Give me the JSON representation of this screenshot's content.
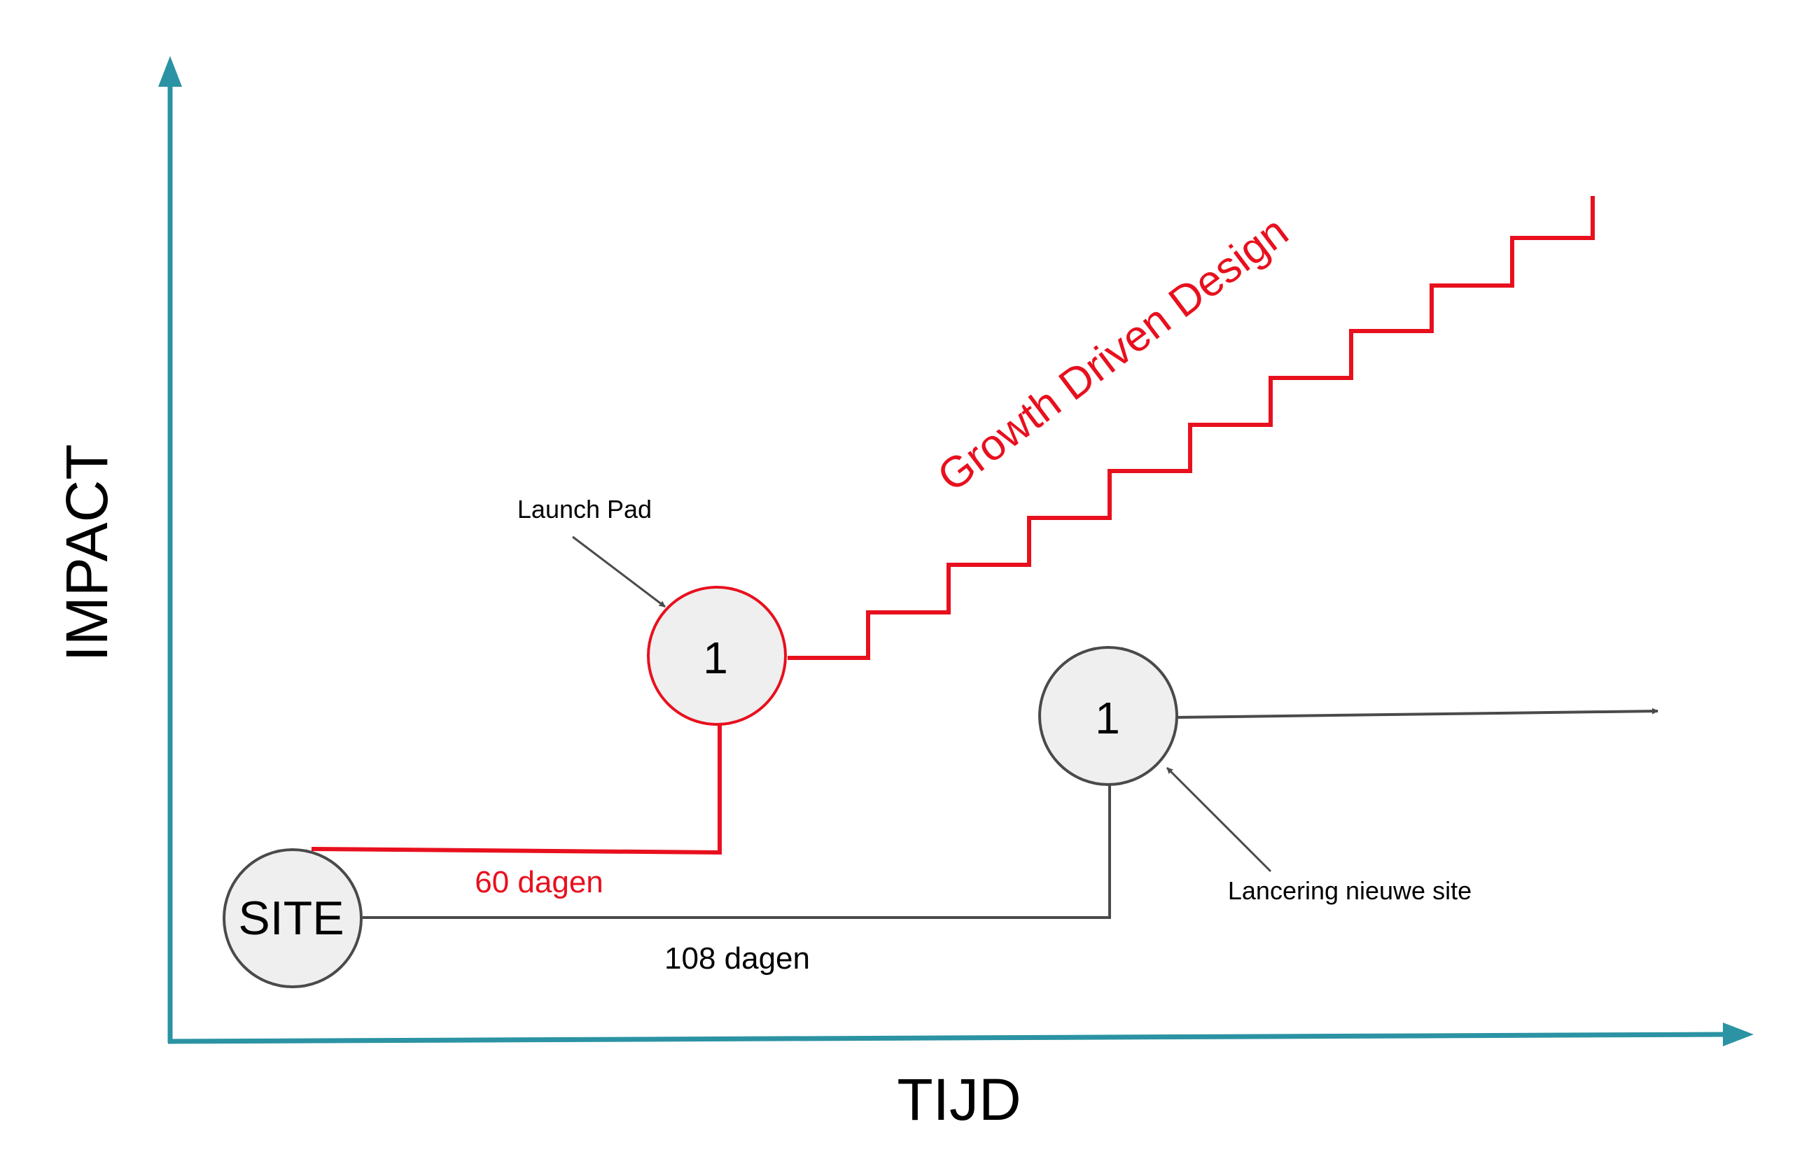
{
  "axes": {
    "y_label": "IMPACT",
    "x_label": "TIJD",
    "color": "#2b93a3"
  },
  "nodes": {
    "site": {
      "label": "SITE"
    },
    "launch_pad": {
      "label": "1"
    },
    "new_site": {
      "label": "1"
    }
  },
  "labels": {
    "launch_pad": "Launch Pad",
    "lancering": "Lancering nieuwe site",
    "days_60": "60 dagen",
    "days_108": "108 dagen",
    "growth": "Growth Driven Design"
  },
  "colors": {
    "red": "#e8101e",
    "dark": "#4a4a4a",
    "node_fill": "#efefef",
    "text": "#000000"
  }
}
